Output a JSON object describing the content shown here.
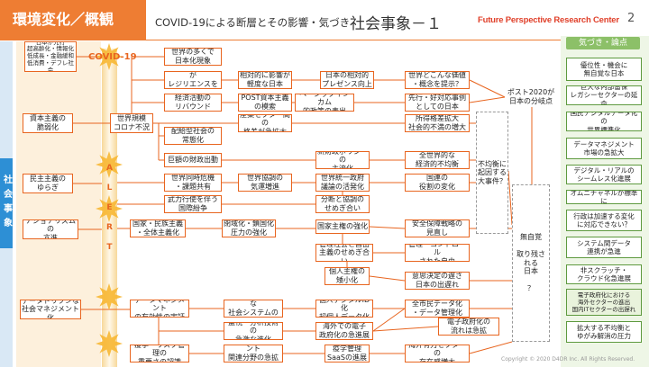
{
  "header": {
    "tag": "環境変化／概観",
    "subtitle": "COVID-19による断層とその影響・気づき",
    "title": "社会事象－１",
    "brand": "Future Perspective Research Center",
    "page": "2"
  },
  "side_label": "社会事象",
  "axis": {
    "covid": "COVID-19",
    "alert": [
      "A",
      "L",
      "E",
      "R",
      "T"
    ]
  },
  "nodes": {
    "n01": "日本が先行\n超高齢化・情報化\n低成長・金融緩和\n低消費・デフレ社会",
    "n02": "資本主義の\n脆弱化",
    "n03": "民主主義の\nゆらぎ",
    "n04": "ナショナリズムの\n亢進",
    "n05": "データドリブンな\n社会マネジメント化",
    "n06": "世界規模\nコロナ不況",
    "n07": "世界の多くで\n日本化現象",
    "n08": "日本社会の特性が\nレジリエンスを担保",
    "n09": "相対的に影響が\n軽度な日本",
    "n10": "日本の相対的\nプレゼンス向上",
    "n11": "世界どこんな価値\n・概念を提示？",
    "n12": "経済活動の\nリバウンド",
    "n13": "POST資本主義\nの模索",
    "n14": "ベーシックインカム\n的政策の表出",
    "n15": "先行・好対応事例\nとしての日本",
    "n16": "ポスト2020が\n日本の分岐点",
    "n17": "配給型社会の\n常態化",
    "n18": "産業セクター間の\n格差が急拡大",
    "n19": "所得格差拡大\n社会的不満の増大",
    "n20": "巨額の財政出動",
    "n21": "新財政ポリシーの\n主流化",
    "n22": "全世界的な\n経済的不均衡",
    "n23": "不均衡に\n起因する\n大事件？",
    "n24": "世界同時危機\n・課題共有",
    "n25": "世界協調の\n気運増進",
    "n26": "世界統一政府\n議論の活発化",
    "n27": "国連の\n役割の変化",
    "n28": "武力行使を伴う\n国際紛争",
    "n29": "分断と協調の\nせめぎ合い",
    "n30": "国家・民族主義\n・全体主義化",
    "n31": "閉域化・鎖国化\n圧力の強化",
    "n32": "国家主権の強化",
    "n33": "安全保障戦略の\n見直し",
    "n34": "無自覚\n\n取り残される\n日本\n\n？",
    "n35": "管理社会と自由\n主義のせめぎ合い",
    "n36": "管理・コントロール\nされた自由",
    "n37": "個人主権の\n矮小化",
    "n38": "意思決定の遅さ\n日本の出遅れ",
    "n39": "データマネジメント\nの有効性の実証",
    "n40": "データドリブンな\n社会システムの発展",
    "n41": "個人デジタルID化\n超個人データ化",
    "n42": "全市民データ化\n・データ管理化",
    "n43": "監視・分析技術の\n急激な進化",
    "n44": "海外での電子\n政府化の急進展",
    "n45": "電子政府化の\n流れは急拡",
    "n46": "疫学・リスク管理の\n重要さの認識",
    "n47": "リスクマネジメント\n関連分野の急拡大",
    "n48": "疫学管理\nSaaSの進展",
    "n49": "海外有力セクターの\n存在感増大"
  },
  "right_panel": {
    "title": "気づき・論点",
    "items": [
      "優位性・機会に\n無自覚な日本",
      "巨大な内部留保\nレガシーセクターの延命",
      "国民デジタルデータ化の\n世界標準化",
      "データマネジメント\n市場の急拡大",
      "デジタル・リアルの\nシームレス化進展",
      "オムニチャネルが標準に",
      "行政は加速する変化\nに対応できない？",
      "システム間データ\n連携が急進",
      "非スクラッチ・\nクラウド化急進展",
      "電子政府化における\n海外セクターの進出\n国内ITセクターの出遅れ",
      "拡大する不均衡と\nゆがみ解消の圧力"
    ]
  },
  "copyright": "Copyright © 2020 D4DR Inc. All Rights Reserved."
}
